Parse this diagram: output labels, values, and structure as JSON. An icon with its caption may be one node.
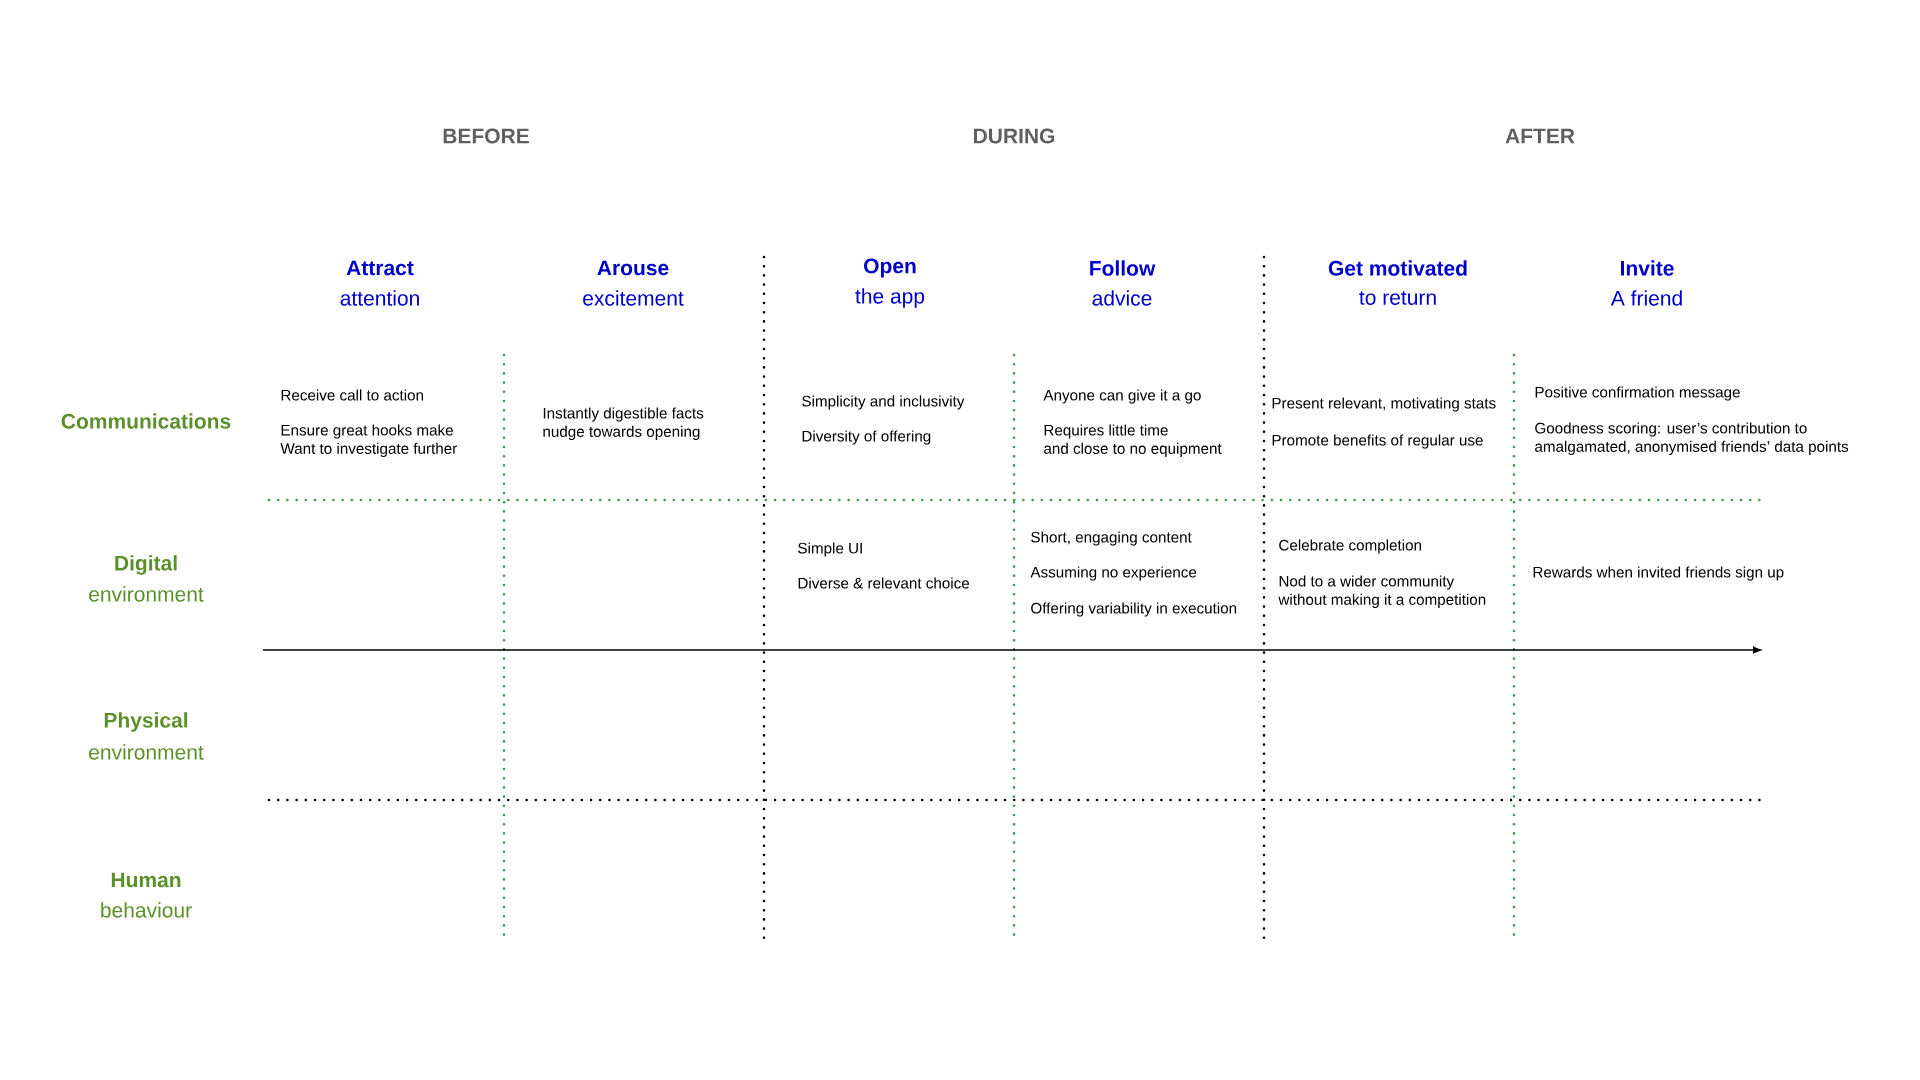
{
  "diagram": {
    "labels": [
      "BEFORE",
      "DURING",
      "AFTER",
      "Attract",
      "attention",
      "Arouse",
      "excitement",
      "Open",
      "the app",
      "Follow",
      "advice",
      "Get motivated",
      "to return",
      "Invite",
      "A friend",
      "Communications",
      "Receive call to action",
      "Ensure great hooks make Want to investigate further",
      "Instantly digestible facts nudge towards opening",
      "Simplicity and inclusivity",
      "Diversity of offering",
      "Anyone can give it a go",
      "Requires little time and close to no equipment",
      "Present relevant, motivating stats",
      "Promote benefits of regular use",
      "Positive confirmation message",
      "Goodness scoring: user’s contribution to amalgamated, anonymised friends’ data points",
      "Digital",
      "environment",
      "Simple UI",
      "Diverse & relevant choice",
      "Short, engaging content",
      "Assuming no experience",
      "Offering variability in execution",
      "Celebrate completion",
      "Nod to a wider community without making it a competition",
      "Rewards when invited friends sign up",
      "Physical",
      "environment",
      "Human",
      "behaviour"
    ]
  }
}
